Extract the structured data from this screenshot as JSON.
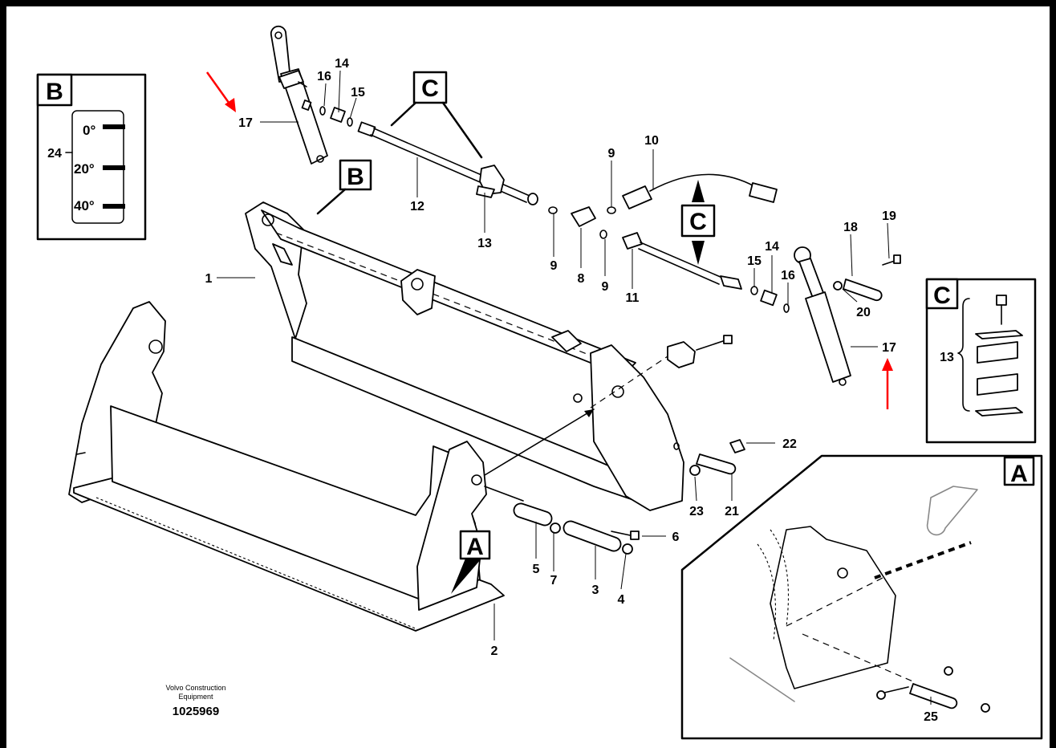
{
  "labels": [
    {
      "id": "1",
      "text": "1"
    },
    {
      "id": "2",
      "text": "2"
    },
    {
      "id": "3",
      "text": "3"
    },
    {
      "id": "4",
      "text": "4"
    },
    {
      "id": "5",
      "text": "5"
    },
    {
      "id": "6",
      "text": "6"
    },
    {
      "id": "7",
      "text": "7"
    },
    {
      "id": "8",
      "text": "8"
    },
    {
      "id": "9a",
      "text": "9"
    },
    {
      "id": "9b",
      "text": "9"
    },
    {
      "id": "9c",
      "text": "9"
    },
    {
      "id": "10",
      "text": "10"
    },
    {
      "id": "11",
      "text": "11"
    },
    {
      "id": "12",
      "text": "12"
    },
    {
      "id": "13",
      "text": "13"
    },
    {
      "id": "14a",
      "text": "14"
    },
    {
      "id": "14b",
      "text": "14"
    },
    {
      "id": "15a",
      "text": "15"
    },
    {
      "id": "15b",
      "text": "15"
    },
    {
      "id": "16a",
      "text": "16"
    },
    {
      "id": "16b",
      "text": "16"
    },
    {
      "id": "17a",
      "text": "17"
    },
    {
      "id": "17b",
      "text": "17"
    },
    {
      "id": "18",
      "text": "18"
    },
    {
      "id": "19",
      "text": "19"
    },
    {
      "id": "20",
      "text": "20"
    },
    {
      "id": "21",
      "text": "21"
    },
    {
      "id": "22",
      "text": "22"
    },
    {
      "id": "23",
      "text": "23"
    },
    {
      "id": "24",
      "text": "24"
    },
    {
      "id": "25",
      "text": "25"
    },
    {
      "id": "13c",
      "text": "13"
    }
  ],
  "view_letters": {
    "b_detail": "B",
    "c_detail": "C",
    "a_detail": "A",
    "b_callout": "B",
    "c_callout_top": "C",
    "c_callout_mid": "C",
    "a_callout": "A"
  },
  "scale": {
    "marks": [
      "0°",
      "20°",
      "40°"
    ]
  },
  "footer": {
    "company_line1": "Volvo Construction",
    "company_line2": "Equipment",
    "drawing_number": "1025969"
  },
  "colors": {
    "background": "#ffffff",
    "outer": "#000000",
    "line": "#000000",
    "arrow": "#ff0000"
  },
  "icons": [
    "red-arrow-icon"
  ]
}
